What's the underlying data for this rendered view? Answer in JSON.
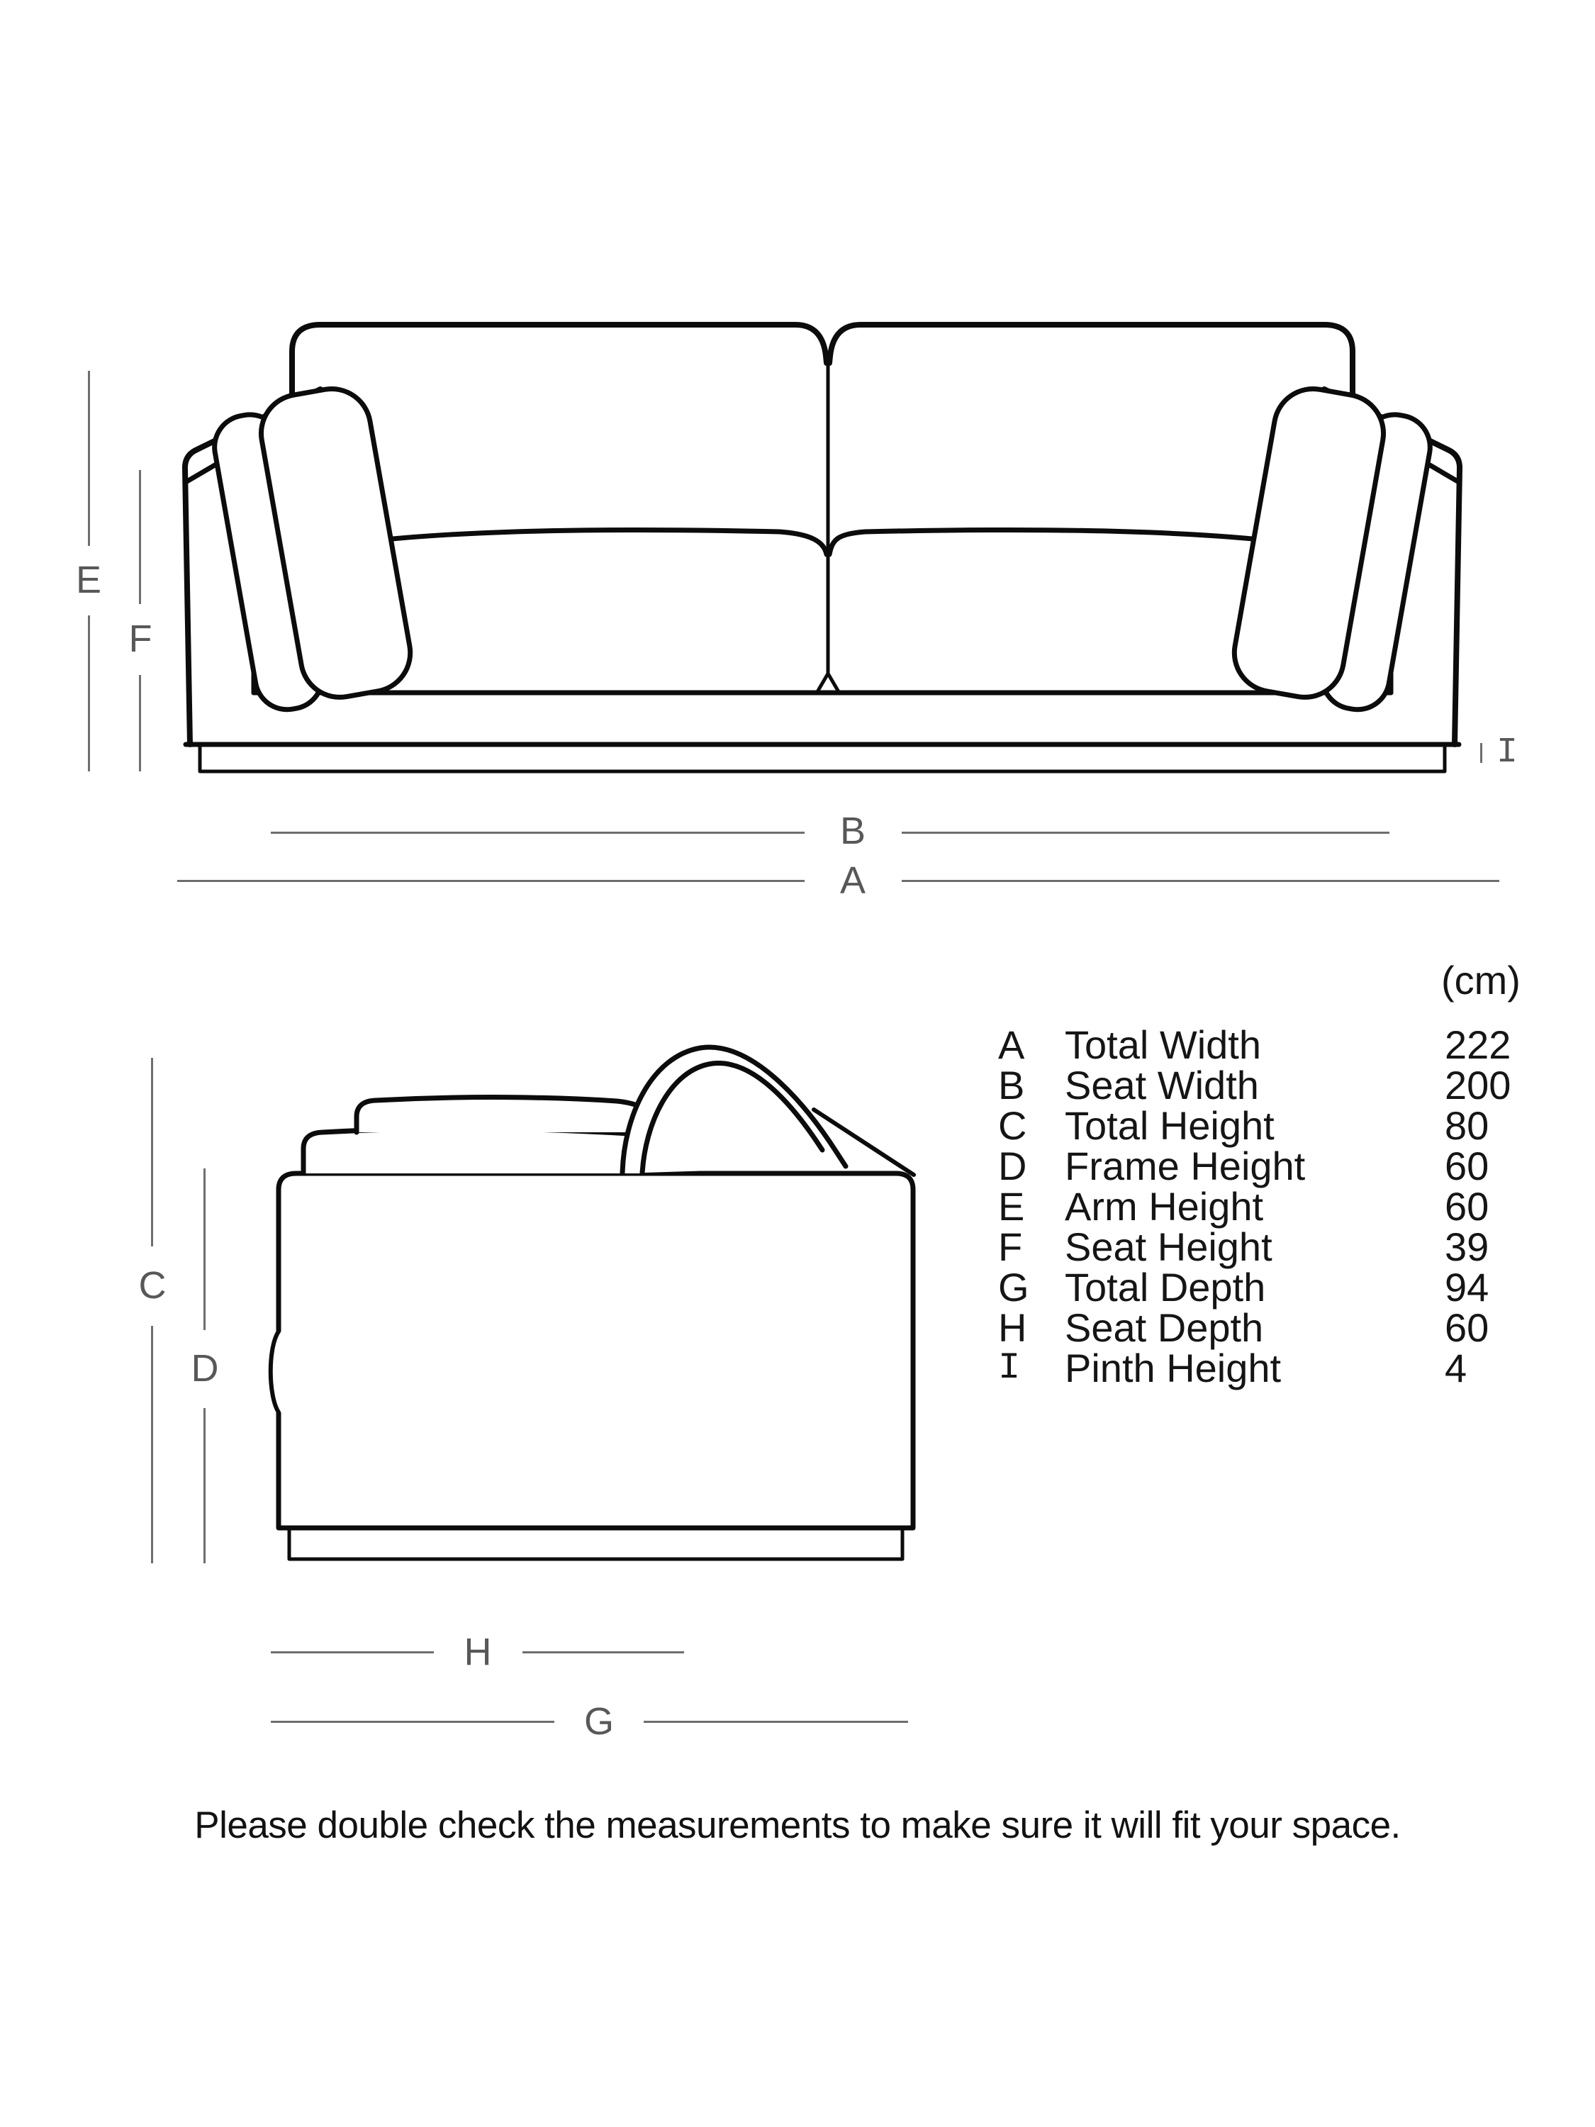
{
  "colors": {
    "background": "#ffffff",
    "line_art": "#0c0c0c",
    "dimension_line": "#6e6e6e",
    "dimension_label": "#58585a",
    "table_text": "#151515"
  },
  "dimension_labels": {
    "a": "A",
    "b": "B",
    "c": "C",
    "d": "D",
    "e": "E",
    "f": "F",
    "g": "G",
    "h": "H",
    "i": "I"
  },
  "measurements": {
    "unit_header": "(cm)",
    "rows": [
      {
        "letter": "A",
        "label": "Total Width",
        "value": "222"
      },
      {
        "letter": "B",
        "label": "Seat Width",
        "value": "200"
      },
      {
        "letter": "C",
        "label": "Total Height",
        "value": "80"
      },
      {
        "letter": "D",
        "label": "Frame Height",
        "value": "60"
      },
      {
        "letter": "E",
        "label": "Arm Height",
        "value": "60"
      },
      {
        "letter": "F",
        "label": "Seat Height",
        "value": "39"
      },
      {
        "letter": "G",
        "label": "Total Depth",
        "value": "94"
      },
      {
        "letter": "H",
        "label": "Seat Depth",
        "value": "60"
      },
      {
        "letter": "I",
        "label": "Pinth Height",
        "value": "4"
      }
    ]
  },
  "note": "Please double check the measurements to make sure it will fit your space."
}
